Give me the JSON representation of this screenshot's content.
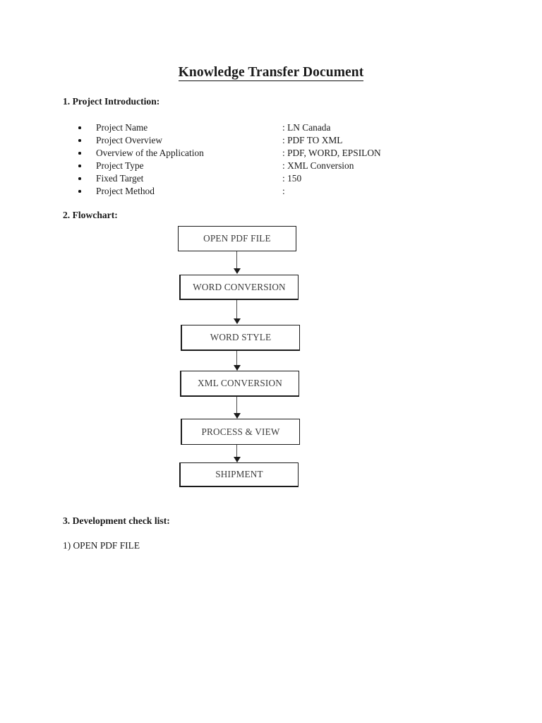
{
  "document": {
    "title": "Knowledge Transfer Document"
  },
  "sections": {
    "introduction": {
      "heading": "1. Project Introduction:",
      "items": [
        {
          "label": "Project Name",
          "value": ": LN Canada"
        },
        {
          "label": "Project Overview",
          "value": ": PDF TO XML"
        },
        {
          "label": "Overview of the Application",
          "value": ": PDF, WORD, EPSILON"
        },
        {
          "label": "Project Type",
          "value": ": XML Conversion"
        },
        {
          "label": "Fixed Target",
          "value": ": 150"
        },
        {
          "label": "Project Method",
          "value": ":"
        }
      ]
    },
    "flowchart": {
      "heading": "2. Flowchart:",
      "nodes": [
        {
          "label": "OPEN PDF FILE"
        },
        {
          "label": "WORD CONVERSION"
        },
        {
          "label": "WORD STYLE"
        },
        {
          "label": "XML CONVERSION"
        },
        {
          "label": "PROCESS & VIEW"
        },
        {
          "label": "SHIPMENT"
        }
      ]
    },
    "checklist": {
      "heading": "3. Development check list:",
      "items": [
        {
          "label": "1) OPEN PDF FILE"
        }
      ]
    }
  },
  "colors": {
    "page_background": "#ffffff",
    "text": "#1a1a1a",
    "node_text": "#3a3a3a",
    "node_border": "#1b1b1b",
    "arrow": "#4a4a4a"
  }
}
